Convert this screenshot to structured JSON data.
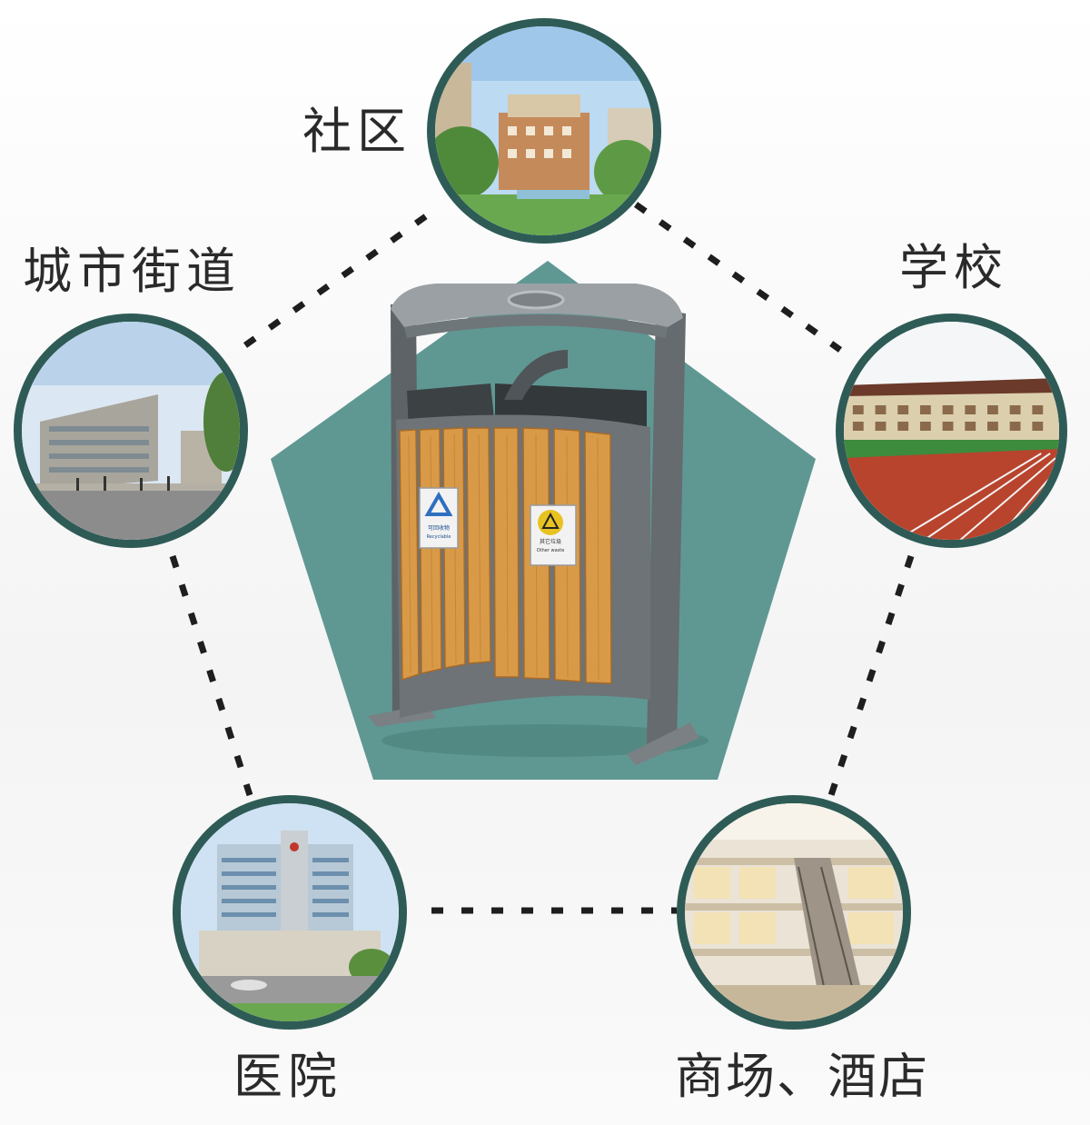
{
  "labels": {
    "community": "社区",
    "street": "城市街道",
    "school": "学校",
    "hospital": "医院",
    "mall_hotel": "商场、酒店"
  },
  "bin_signs": {
    "recyclable": "可回收物",
    "recyclable_en": "Recyclable",
    "other": "其它垃圾",
    "other_en": "Other waste"
  },
  "colors": {
    "pentagon": "#5f9893",
    "circle_border": "#2f5b56",
    "wood": "#d99a48",
    "frame": "#6e7478"
  }
}
